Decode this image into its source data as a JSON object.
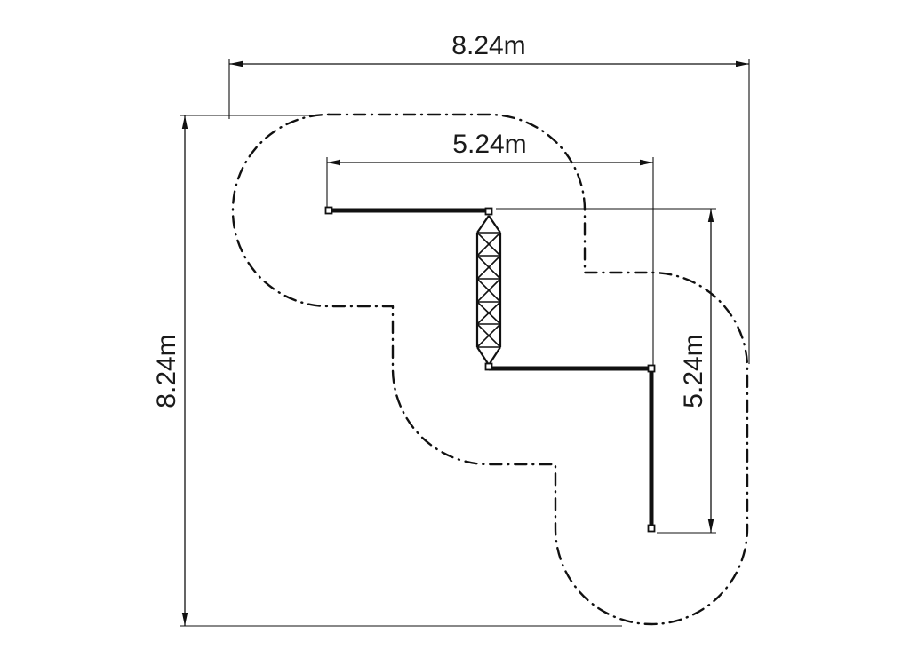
{
  "diagram": {
    "title": "plan-view technical drawing of climbing structure with safety zone",
    "dimensions": {
      "overall_width_label": "8.24m",
      "overall_height_label": "8.24m",
      "inner_width_label": "5.24m",
      "inner_height_label": "5.24m"
    },
    "colors": {
      "line": "#111111",
      "background": "#ffffff"
    }
  }
}
